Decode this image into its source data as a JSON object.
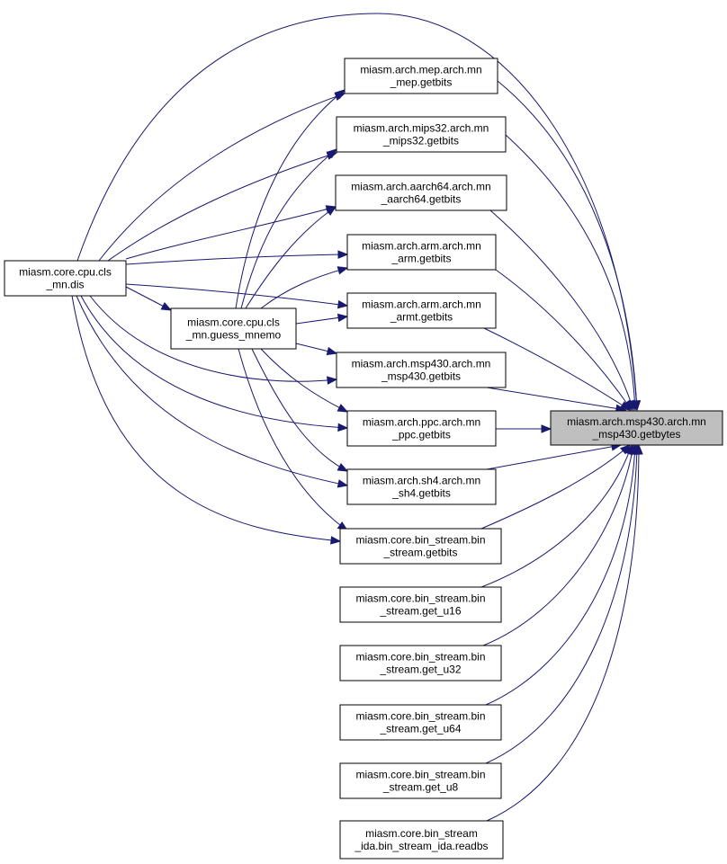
{
  "diagram": {
    "kind": "call-graph",
    "edge_color": "#191970",
    "focus_fill": "#bfbfbf",
    "nodes": [
      {
        "id": "getbytes",
        "lines": [
          "miasm.arch.msp430.arch.mn",
          "_msp430.getbytes"
        ],
        "focus": true
      },
      {
        "id": "dis",
        "lines": [
          "miasm.core.cpu.cls",
          "_mn.dis"
        ]
      },
      {
        "id": "guess",
        "lines": [
          "miasm.core.cpu.cls",
          "_mn.guess_mnemo"
        ]
      },
      {
        "id": "mep",
        "lines": [
          "miasm.arch.mep.arch.mn",
          "_mep.getbits"
        ]
      },
      {
        "id": "mips32",
        "lines": [
          "miasm.arch.mips32.arch.mn",
          "_mips32.getbits"
        ]
      },
      {
        "id": "aarch64",
        "lines": [
          "miasm.arch.aarch64.arch.mn",
          "_aarch64.getbits"
        ]
      },
      {
        "id": "arm",
        "lines": [
          "miasm.arch.arm.arch.mn",
          "_arm.getbits"
        ]
      },
      {
        "id": "armt",
        "lines": [
          "miasm.arch.arm.arch.mn",
          "_armt.getbits"
        ]
      },
      {
        "id": "msp430b",
        "lines": [
          "miasm.arch.msp430.arch.mn",
          "_msp430.getbits"
        ]
      },
      {
        "id": "ppc",
        "lines": [
          "miasm.arch.ppc.arch.mn",
          "_ppc.getbits"
        ]
      },
      {
        "id": "sh4",
        "lines": [
          "miasm.arch.sh4.arch.mn",
          "_sh4.getbits"
        ]
      },
      {
        "id": "bsgetbits",
        "lines": [
          "miasm.core.bin_stream.bin",
          "_stream.getbits"
        ]
      },
      {
        "id": "u16",
        "lines": [
          "miasm.core.bin_stream.bin",
          "_stream.get_u16"
        ]
      },
      {
        "id": "u32",
        "lines": [
          "miasm.core.bin_stream.bin",
          "_stream.get_u32"
        ]
      },
      {
        "id": "u64",
        "lines": [
          "miasm.core.bin_stream.bin",
          "_stream.get_u64"
        ]
      },
      {
        "id": "u8",
        "lines": [
          "miasm.core.bin_stream.bin",
          "_stream.get_u8"
        ]
      },
      {
        "id": "readbs",
        "lines": [
          "miasm.core.bin_stream",
          "_ida.bin_stream_ida.readbs"
        ]
      }
    ],
    "edges": [
      {
        "from": "dis",
        "to": "getbytes"
      },
      {
        "from": "dis",
        "to": "guess"
      },
      {
        "from": "dis",
        "to": "mep"
      },
      {
        "from": "dis",
        "to": "mips32"
      },
      {
        "from": "dis",
        "to": "aarch64"
      },
      {
        "from": "dis",
        "to": "arm"
      },
      {
        "from": "dis",
        "to": "armt"
      },
      {
        "from": "dis",
        "to": "msp430b"
      },
      {
        "from": "dis",
        "to": "ppc"
      },
      {
        "from": "dis",
        "to": "sh4"
      },
      {
        "from": "dis",
        "to": "bsgetbits"
      },
      {
        "from": "guess",
        "to": "mep"
      },
      {
        "from": "guess",
        "to": "mips32"
      },
      {
        "from": "guess",
        "to": "aarch64"
      },
      {
        "from": "guess",
        "to": "arm"
      },
      {
        "from": "guess",
        "to": "armt"
      },
      {
        "from": "guess",
        "to": "msp430b"
      },
      {
        "from": "guess",
        "to": "ppc"
      },
      {
        "from": "guess",
        "to": "sh4"
      },
      {
        "from": "guess",
        "to": "bsgetbits"
      },
      {
        "from": "mep",
        "to": "getbytes"
      },
      {
        "from": "mips32",
        "to": "getbytes"
      },
      {
        "from": "aarch64",
        "to": "getbytes"
      },
      {
        "from": "arm",
        "to": "getbytes"
      },
      {
        "from": "armt",
        "to": "getbytes"
      },
      {
        "from": "msp430b",
        "to": "getbytes"
      },
      {
        "from": "ppc",
        "to": "getbytes"
      },
      {
        "from": "sh4",
        "to": "getbytes"
      },
      {
        "from": "bsgetbits",
        "to": "getbytes"
      },
      {
        "from": "u16",
        "to": "getbytes"
      },
      {
        "from": "u32",
        "to": "getbytes"
      },
      {
        "from": "u64",
        "to": "getbytes"
      },
      {
        "from": "u8",
        "to": "getbytes"
      },
      {
        "from": "readbs",
        "to": "getbytes"
      }
    ]
  }
}
